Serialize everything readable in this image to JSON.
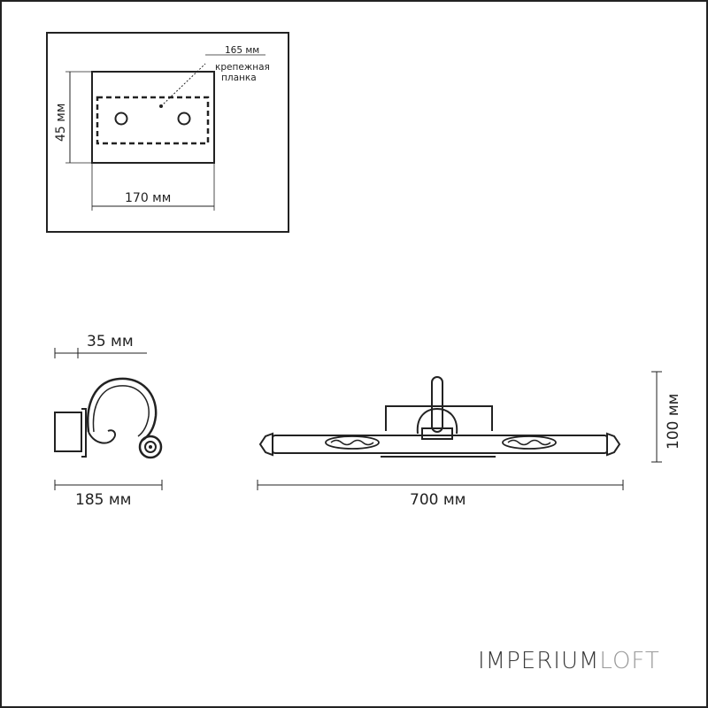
{
  "mount": {
    "plate_label": "165 мм",
    "bracket_label_line1": "крепежная",
    "bracket_label_line2": "планка",
    "height": "45 мм",
    "width": "170 мм"
  },
  "side_view": {
    "depth_small": "35 мм",
    "depth_total": "185 мм"
  },
  "front_view": {
    "width": "700 мм",
    "height": "100 мм"
  },
  "brand": {
    "part1": "IMPERIUM",
    "part2": "LOFT"
  },
  "colors": {
    "line": "#222222",
    "brand_dark": "#3a3a3a",
    "brand_light": "#9a9a9a"
  }
}
